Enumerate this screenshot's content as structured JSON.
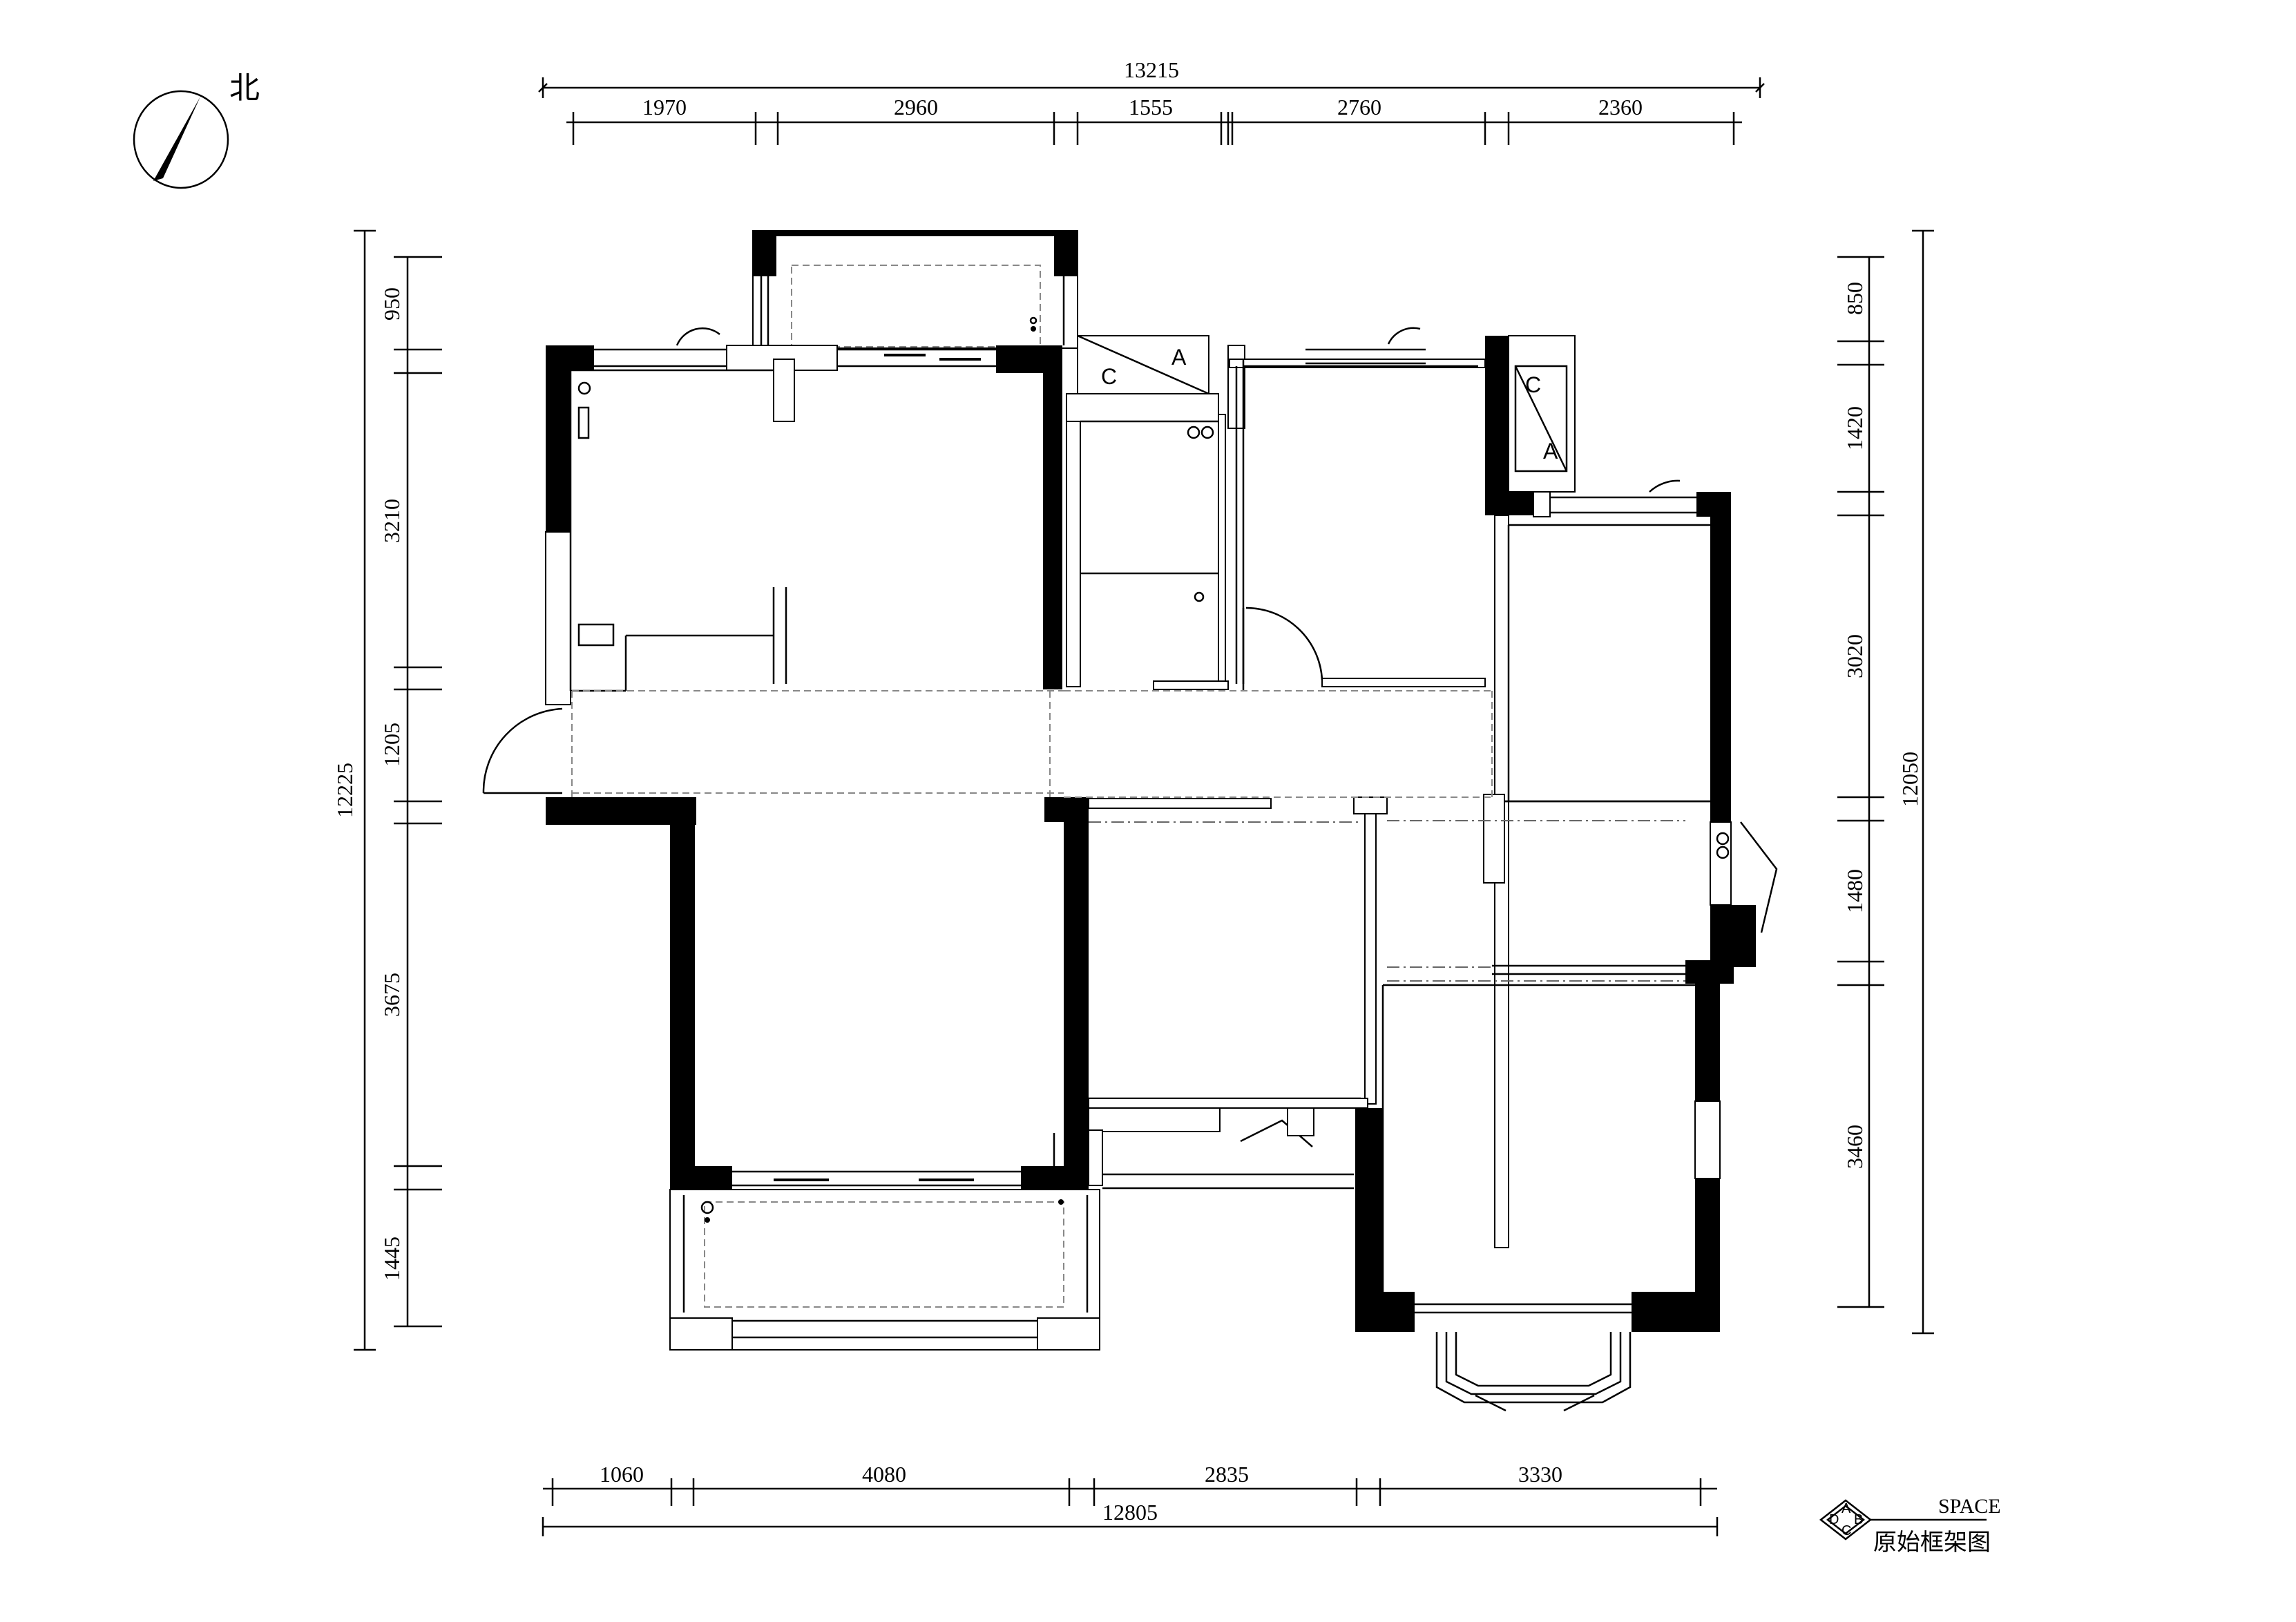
{
  "north_label": "北",
  "title_block": {
    "brand": "SPACE",
    "title": "原始框架图",
    "badge_letters": [
      "A",
      "B",
      "C",
      "D"
    ]
  },
  "dimensions": {
    "top_total": "13215",
    "top_segments": [
      "1970",
      "2960",
      "1555",
      "2760",
      "2360"
    ],
    "bottom_total": "12805",
    "bottom_segments": [
      "1060",
      "4080",
      "2835",
      "3330"
    ],
    "left_total": "12225",
    "left_segments": [
      "950",
      "3210",
      "1205",
      "3675",
      "1445"
    ],
    "right_total": "12050",
    "right_segments": [
      "850",
      "1420",
      "3020",
      "1480",
      "3460"
    ]
  },
  "shaft_labels": {
    "shaft_1_top": "A",
    "shaft_1_bottom": "C",
    "shaft_2_top": "C",
    "shaft_2_bottom": "A"
  }
}
